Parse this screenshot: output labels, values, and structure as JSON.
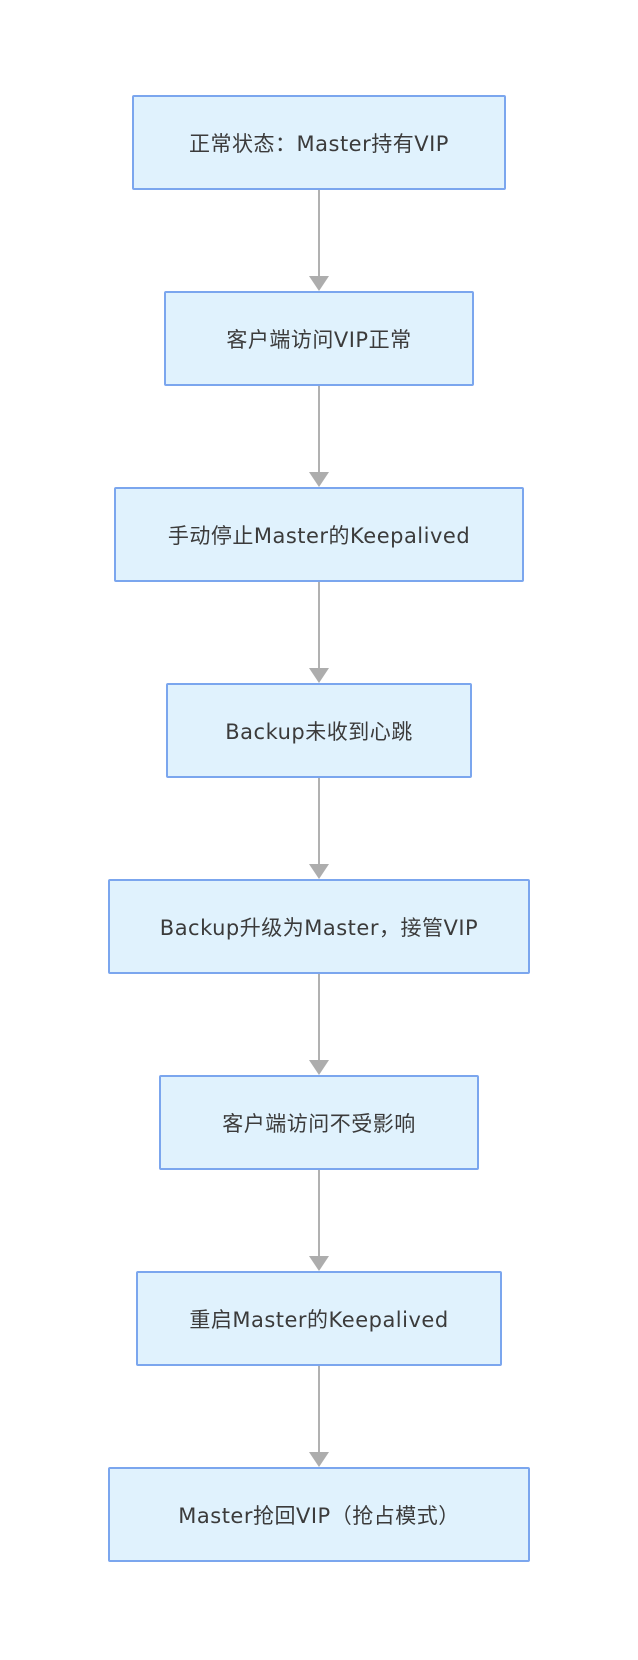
{
  "diagram": {
    "type": "flowchart",
    "direction": "top-down",
    "nodes": [
      {
        "id": "step1",
        "label": "正常状态：Master持有VIP"
      },
      {
        "id": "step2",
        "label": "客户端访问VIP正常"
      },
      {
        "id": "step3",
        "label": "手动停止Master的Keepalived"
      },
      {
        "id": "step4",
        "label": "Backup未收到心跳"
      },
      {
        "id": "step5",
        "label": "Backup升级为Master，接管VIP"
      },
      {
        "id": "step6",
        "label": "客户端访问不受影响"
      },
      {
        "id": "step7",
        "label": "重启Master的Keepalived"
      },
      {
        "id": "step8",
        "label": "Master抢回VIP（抢占模式）"
      }
    ],
    "edges": [
      {
        "from": "step1",
        "to": "step2"
      },
      {
        "from": "step2",
        "to": "step3"
      },
      {
        "from": "step3",
        "to": "step4"
      },
      {
        "from": "step4",
        "to": "step5"
      },
      {
        "from": "step5",
        "to": "step6"
      },
      {
        "from": "step6",
        "to": "step7"
      },
      {
        "from": "step7",
        "to": "step8"
      }
    ],
    "colors": {
      "node_fill": "#e0f2fd",
      "node_border": "#7ba6ee",
      "arrow": "#b1b1b1",
      "text": "#3b3b3b",
      "background": "#ffffff"
    }
  }
}
